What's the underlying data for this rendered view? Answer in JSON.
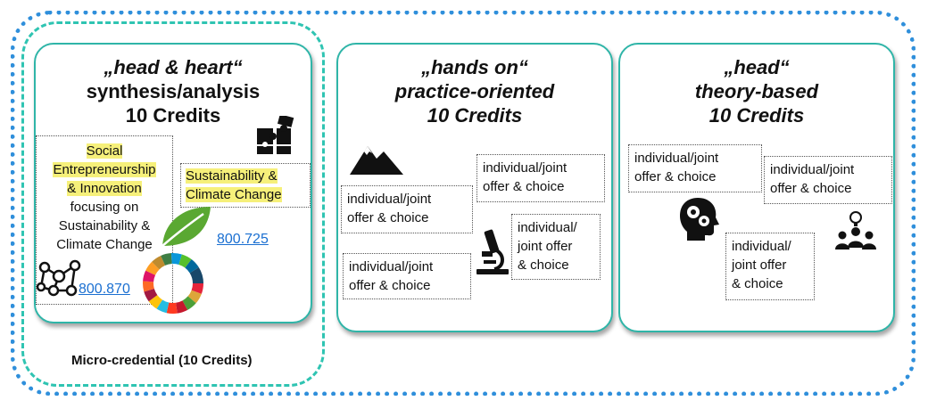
{
  "micro_credential": {
    "label": "Micro-credential (10 Credits)"
  },
  "panels": [
    {
      "title_line1": "„head & heart“",
      "title_line2": "synthesis/analysis",
      "title_line3": "10 Credits",
      "course1": {
        "line1": "Social",
        "line2": "Entrepreneurship",
        "line3": "& Innovation",
        "line4": "focusing on",
        "line5": "Sustainability &",
        "line6": "Climate Change",
        "code": "800.870"
      },
      "course2": {
        "line1": "Sustainability &",
        "line2": "Climate Change",
        "code": "800.725"
      },
      "icons": [
        "puzzle-icon",
        "leaf-icon",
        "network-icon",
        "sdg-wheel-icon"
      ]
    },
    {
      "title_line1": "„hands on“",
      "title_line2": "practice-oriented",
      "title_line3": "10 Credits",
      "offers": [
        {
          "line1": "individual/joint",
          "line2": "offer & choice"
        },
        {
          "line1": "individual/joint",
          "line2": "offer & choice"
        },
        {
          "line1": "individual/joint",
          "line2": "offer & choice"
        },
        {
          "line1": "individual/",
          "line2": "joint offer",
          "line3": "& choice"
        }
      ],
      "icons": [
        "mountain-icon",
        "microscope-icon"
      ]
    },
    {
      "title_line1": "„head“",
      "title_line2": "theory-based",
      "title_line3": "10 Credits",
      "offers": [
        {
          "line1": "individual/joint",
          "line2": "offer & choice"
        },
        {
          "line1": "individual/joint",
          "line2": "offer & choice"
        },
        {
          "line1": "individual/",
          "line2": "joint offer",
          "line3": "& choice"
        }
      ],
      "icons": [
        "head-gears-icon",
        "team-idea-icon"
      ]
    }
  ],
  "colors": {
    "outer_border": "#2f8fdb",
    "micro_credential_border": "#2fc4b2",
    "panel_border": "#2fb5a8",
    "highlight": "#f6f07a",
    "link": "#1a6fd1",
    "leaf": "#5aa832"
  }
}
